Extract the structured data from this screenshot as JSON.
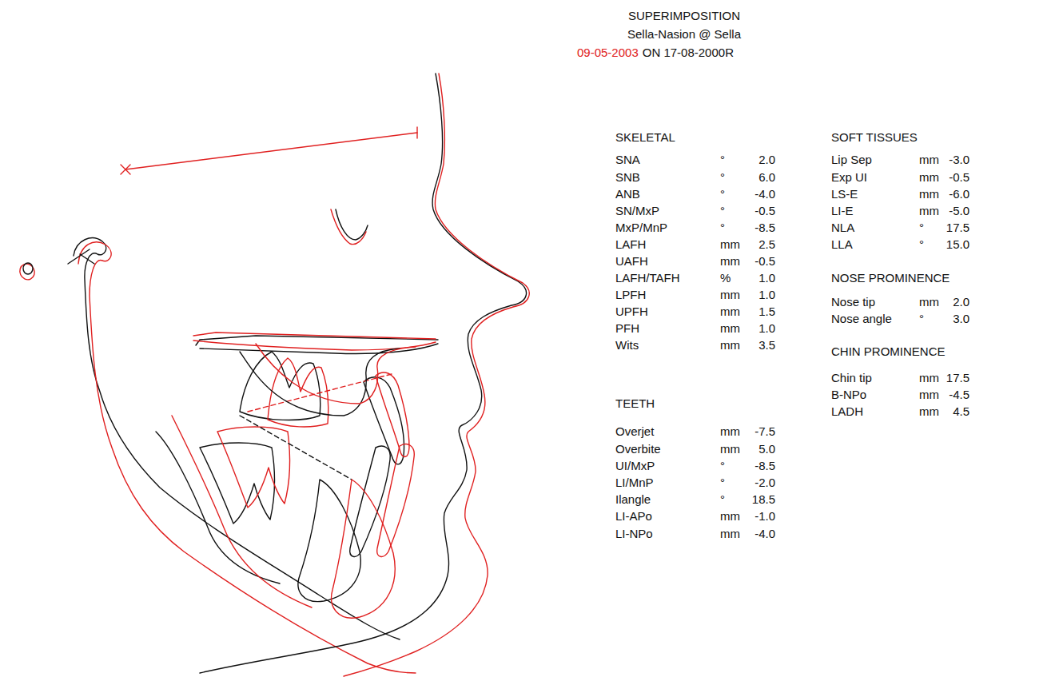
{
  "diagram": {
    "title": "SUPERIMPOSITION",
    "labels": [
      "Sella-Nasion @ Sella",
      "09-05-2003",
      "ON 17-08-2000R",
      "SKELETAL",
      "SOFT TISSUES",
      "SNA",
      "°",
      "2.0",
      "SNB",
      "°",
      "6.0",
      "ANB",
      "°",
      "-4.0",
      "SN/MxP",
      "°",
      "-0.5",
      "MxP/MnP",
      "°",
      "-8.5",
      "LAFH",
      "mm",
      "2.5",
      "UAFH",
      "mm",
      "-0.5",
      "LAFH/TAFH",
      "%",
      "1.0",
      "LPFH",
      "mm",
      "1.0",
      "UPFH",
      "mm",
      "1.5",
      "PFH",
      "mm",
      "1.0",
      "Wits",
      "mm",
      "3.5",
      "TEETH",
      "Overjet",
      "mm",
      "-7.5",
      "Overbite",
      "mm",
      "5.0",
      "UI/MxP",
      "°",
      "-8.5",
      "LI/MnP",
      "°",
      "-2.0",
      "Ilangle",
      "°",
      "18.5",
      "LI-APo",
      "mm",
      "-1.0",
      "LI-NPo",
      "mm",
      "-4.0",
      "Lip Sep",
      "mm",
      "-3.0",
      "Exp UI",
      "mm",
      "-0.5",
      "LS-E",
      "mm",
      "-6.0",
      "LI-E",
      "mm",
      "-5.0",
      "NLA",
      "°",
      "17.5",
      "LLA",
      "°",
      "15.0",
      "NOSE PROMINENCE",
      "Nose tip",
      "mm",
      "2.0",
      "Nose angle",
      "°",
      "3.0",
      "CHIN PROMINENCE",
      "Chin tip",
      "mm",
      "17.5",
      "B-NPo",
      "mm",
      "-4.5",
      "LADH",
      "mm",
      "4.5"
    ]
  }
}
